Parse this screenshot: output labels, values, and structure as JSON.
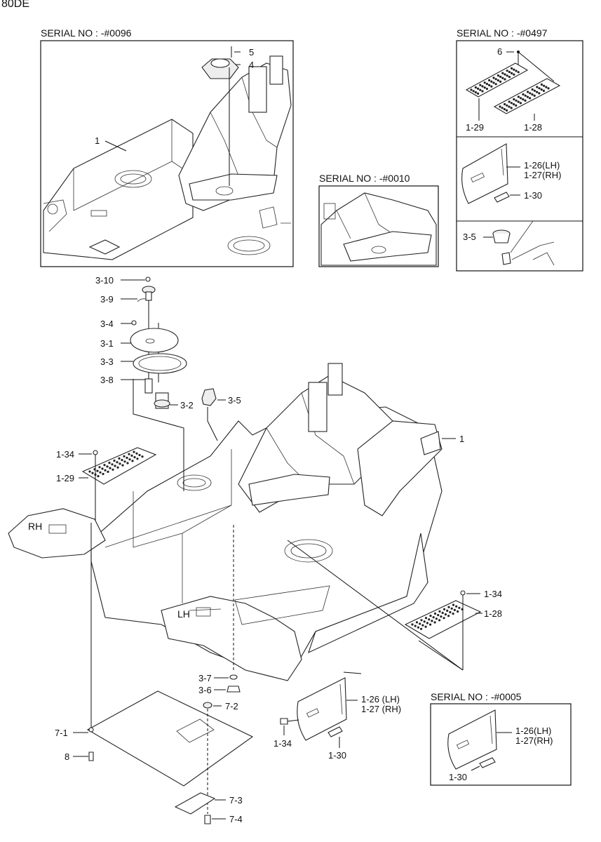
{
  "page_title": "80DE",
  "serial_panels": [
    {
      "id": "a",
      "label": "SERIAL NO : -#0096"
    },
    {
      "id": "b",
      "label": "SERIAL NO : -#0497"
    },
    {
      "id": "c",
      "label": "SERIAL NO : -#0010"
    },
    {
      "id": "d",
      "label": "SERIAL NO : -#0005"
    }
  ],
  "side_labels": {
    "rh": "RH",
    "lh": "LH"
  },
  "callouts": {
    "p5": "5",
    "p4": "4",
    "p1_top": "1",
    "p6": "6",
    "p1_29_top": "1-29",
    "p1_28_top": "1-28",
    "p1_26_top": "1-26(LH)",
    "p1_27_top": "1-27(RH)",
    "p1_30_top": "1-30",
    "p3_5_top": "3-5",
    "p3_10": "3-10",
    "p3_9": "3-9",
    "p3_4": "3-4",
    "p3_1": "3-1",
    "p3_3": "3-3",
    "p3_8": "3-8",
    "p3_2": "3-2",
    "p3_5": "3-5",
    "p1_main": "1",
    "p1_34_left": "1-34",
    "p1_29": "1-29",
    "p1_34_right": "1-34",
    "p1_28": "1-28",
    "p3_7": "3-7",
    "p3_6": "3-6",
    "p7_2": "7-2",
    "p7_1": "7-1",
    "p8": "8",
    "p7_3": "7-3",
    "p7_4": "7-4",
    "p1_26": "1-26 (LH)",
    "p1_27": "1-27 (RH)",
    "p1_34_bottom": "1-34",
    "p1_30": "1-30",
    "p1_26_d": "1-26(LH)",
    "p1_27_d": "1-27(RH)",
    "p1_30_d": "1-30"
  }
}
